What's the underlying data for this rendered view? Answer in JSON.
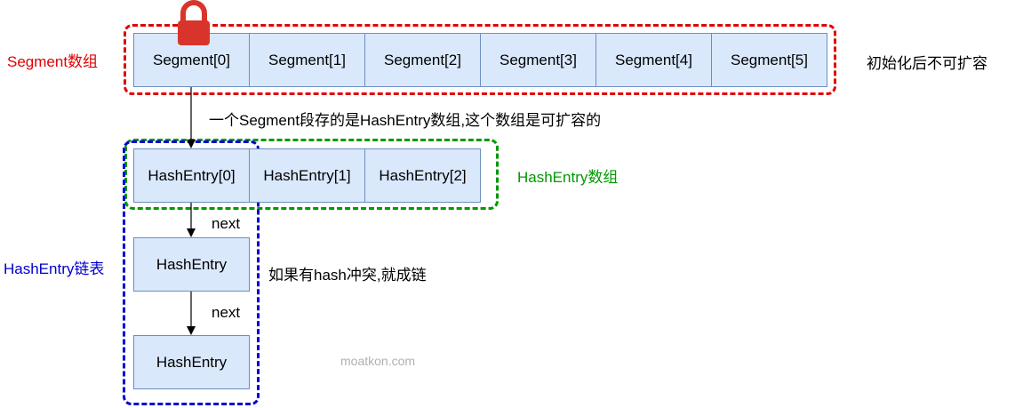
{
  "segment_group": {
    "label": "Segment数组",
    "label_color": "#e00000",
    "border_color": "#e00000",
    "cells": [
      "Segment[0]",
      "Segment[1]",
      "Segment[2]",
      "Segment[3]",
      "Segment[4]",
      "Segment[5]"
    ],
    "note": "初始化后不可扩容",
    "lock_color": "#d9342b"
  },
  "segment_to_entry_note": "一个Segment段存的是HashEntry数组,这个数组是可扩容的",
  "hashentry_array": {
    "label": "HashEntry数组",
    "label_color": "#009900",
    "border_color": "#009900",
    "cells": [
      "HashEntry[0]",
      "HashEntry[1]",
      "HashEntry[2]"
    ]
  },
  "hashentry_list": {
    "label": "HashEntry链表",
    "label_color": "#0000cc",
    "border_color": "#0000cc",
    "nodes": [
      "HashEntry",
      "HashEntry"
    ],
    "edge_labels": [
      "next",
      "next"
    ],
    "note": "如果有hash冲突,就成链"
  },
  "cell_fill": "#dae8fc",
  "cell_border": "#6c8ebf",
  "watermark": "moatkon.com"
}
